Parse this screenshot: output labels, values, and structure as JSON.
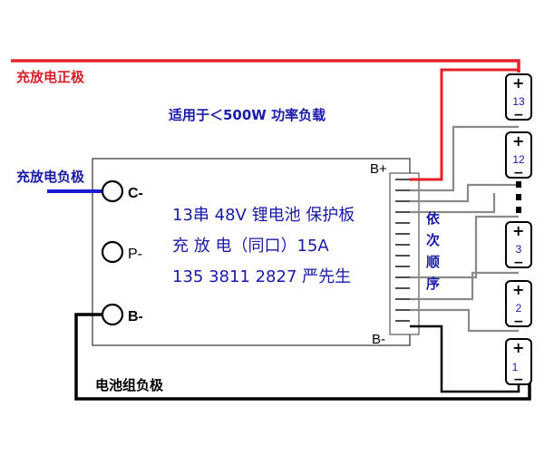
{
  "labels": {
    "charge_positive": "充放电正极",
    "charge_negative": "充放电负极",
    "pack_negative": "电池组负极",
    "load_note": "适用于＜500W 功率负载"
  },
  "board": {
    "line1": "13串 48V 锂电池 保护板",
    "line2": "充 放 电（同口）15A",
    "line3": "135 3811 2827 严先生",
    "terminal_c": "C-",
    "terminal_p": "P-",
    "terminal_b": "B-",
    "header_top": "B+",
    "header_bottom": "B-"
  },
  "sequence_note": [
    "依",
    "次",
    "顺",
    "序"
  ],
  "cells": [
    {
      "number": "13",
      "plus": "+",
      "minus": "−"
    },
    {
      "number": "12",
      "plus": "+",
      "minus": "−"
    },
    {
      "number": "3",
      "plus": "+",
      "minus": "−"
    },
    {
      "number": "2",
      "plus": "+",
      "minus": "−"
    },
    {
      "number": "1",
      "plus": "+",
      "minus": "−"
    }
  ],
  "colors": {
    "positive_wire": "#e8202a",
    "negative_wire": "#1a1ad6",
    "pack_wire": "#000000",
    "balance_wire": "#888888",
    "text_blue": "#1a1aa8",
    "label_red": "#d8202a"
  }
}
